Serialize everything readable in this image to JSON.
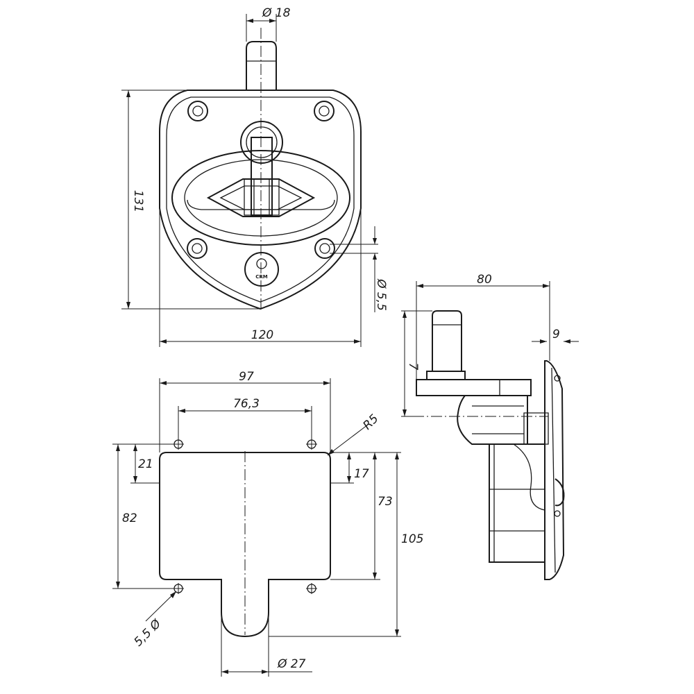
{
  "dimensions": {
    "stem_dia": "Ø 18",
    "height_131": "131",
    "width_120": "120",
    "hole_dia_top": "Ø 5,5",
    "side_80": "80",
    "side_9": "9",
    "side_7": "7",
    "cut_97": "97",
    "cut_76_3": "76,3",
    "cut_r5": "R5",
    "cut_21": "21",
    "cut_17": "17",
    "cut_82": "82",
    "cut_73": "73",
    "cut_105": "105",
    "cut_hole_dia": "5,5 Ø",
    "cut_27": "Ø 27"
  },
  "brand": "CRM"
}
